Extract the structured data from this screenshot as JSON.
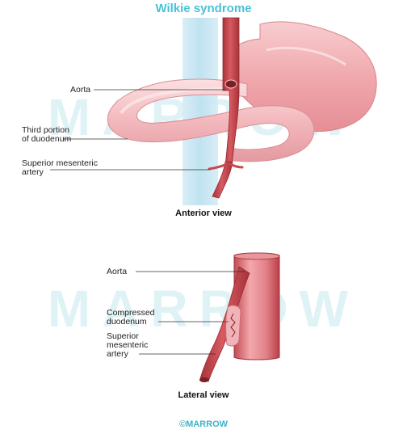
{
  "title": "Wilkie syndrome",
  "watermark": "MARROW",
  "anterior": {
    "labels": {
      "aorta": "Aorta",
      "duodenum_line1": "Third portion",
      "duodenum_line2": "of duodenum",
      "sma_line1": "Superior mesenteric",
      "sma_line2": "artery"
    },
    "caption": "Anterior view"
  },
  "lateral": {
    "labels": {
      "aorta": "Aorta",
      "compressed_line1": "Compressed",
      "compressed_line2": "duodenum",
      "sma_line1": "Superior",
      "sma_line2": "mesenteric",
      "sma_line3": "artery"
    },
    "caption": "Lateral view"
  },
  "brand": "©MARROW",
  "colors": {
    "title": "#48c2d6",
    "watermark": "#dff3f6",
    "stomach": "#f2b4b9",
    "artery": "#c9474e",
    "vertebra": "#c6e6f3"
  }
}
